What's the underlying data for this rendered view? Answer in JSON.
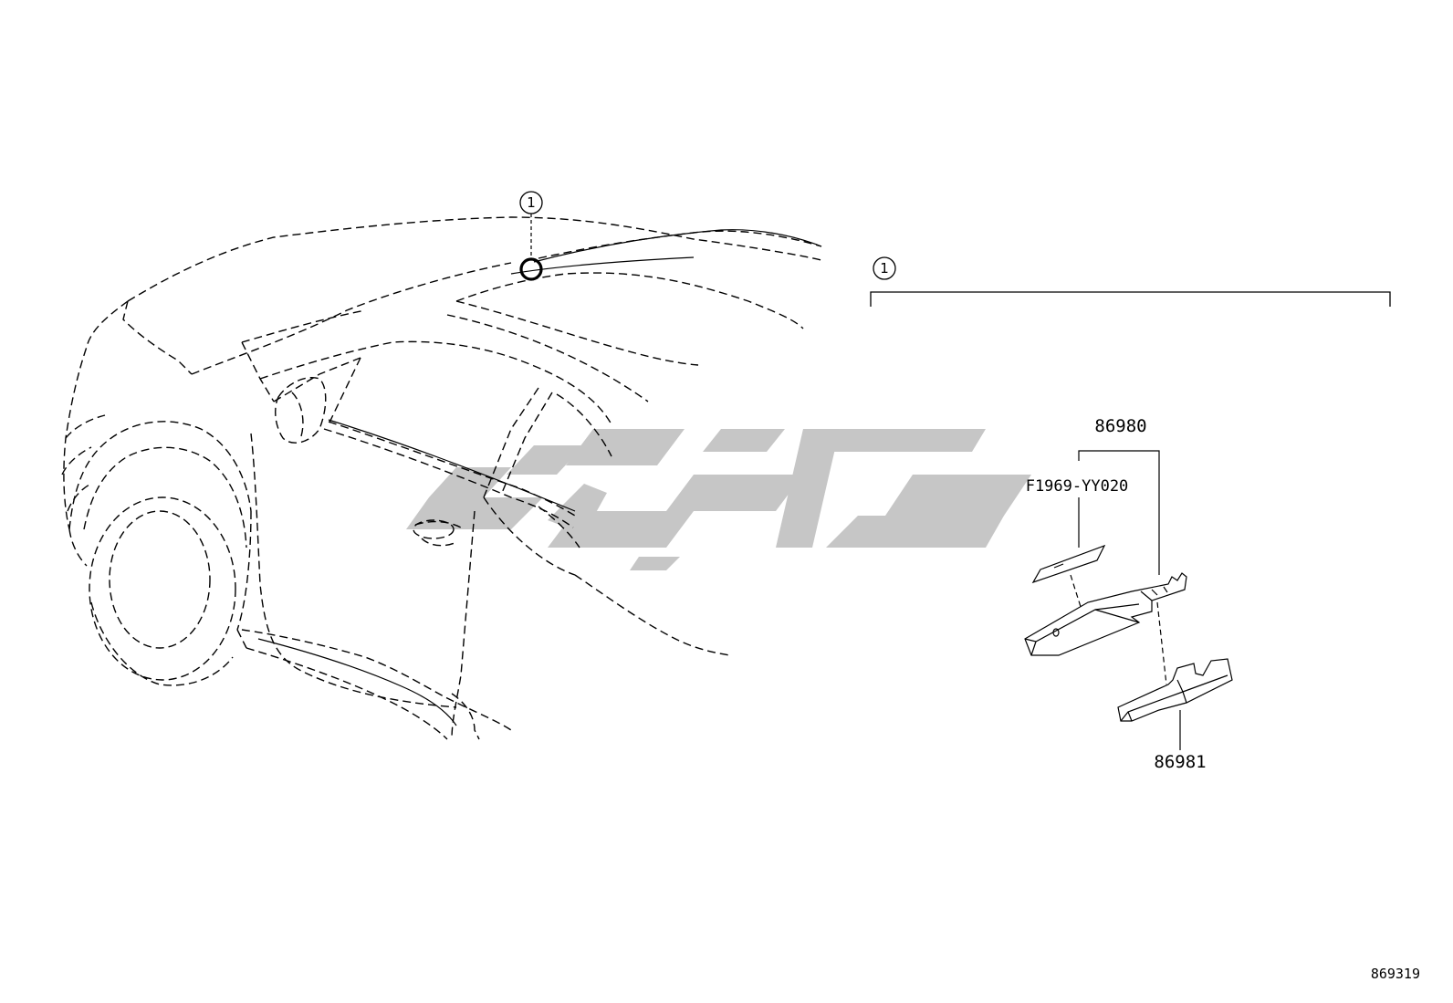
{
  "diagram": {
    "callouts": {
      "on_vehicle": "1",
      "detail_group": "1"
    },
    "parts": {
      "assembly": "86980",
      "sub_part_code": "F1969-YY020",
      "bracket": "86981"
    },
    "illustration_number": "869319",
    "watermark": {
      "icon_name": "brand-watermark-logo",
      "color": "#c4c4c4"
    },
    "line_color": "#000000"
  }
}
